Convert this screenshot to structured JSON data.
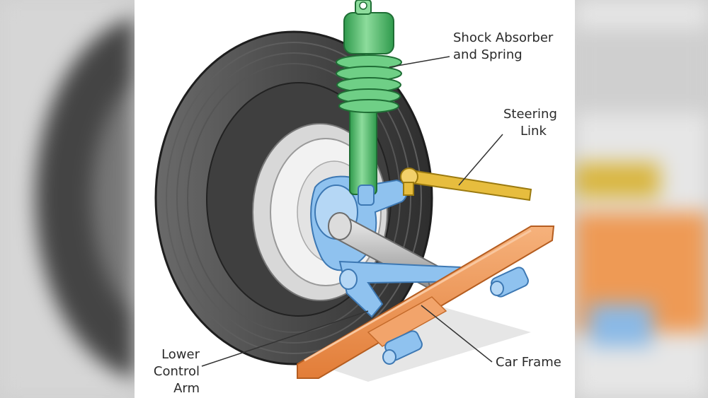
{
  "labels": {
    "shock_absorber": [
      "Shock Absorber",
      "and Spring"
    ],
    "steering_link": [
      "Steering",
      "Link"
    ],
    "lower_control_arm": [
      "Lower",
      "Control",
      "Arm"
    ],
    "car_frame": [
      "Car Frame"
    ]
  },
  "colors": {
    "tire": "#4a4a4a",
    "tire_highlight": "#8a8a8a",
    "wheel_rim": "#e8e8e8",
    "shock_spring": "#4fb86a",
    "knuckle": "#7fb6ea",
    "steering_link": "#e0b12b",
    "car_frame": "#f09a5a",
    "axle": "#b9b9b9"
  }
}
